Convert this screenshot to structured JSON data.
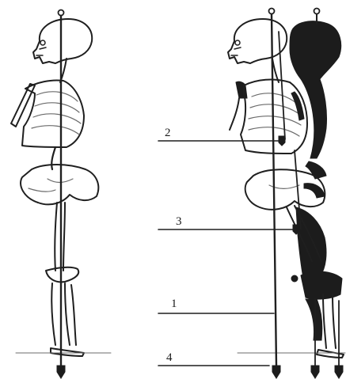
{
  "figure": {
    "labels": {
      "one": "1",
      "two": "2",
      "three": "3",
      "four": "4"
    },
    "colors": {
      "ink": "#1f1f1f",
      "solid": "#1c1c1c",
      "paper": "#ffffff"
    }
  }
}
